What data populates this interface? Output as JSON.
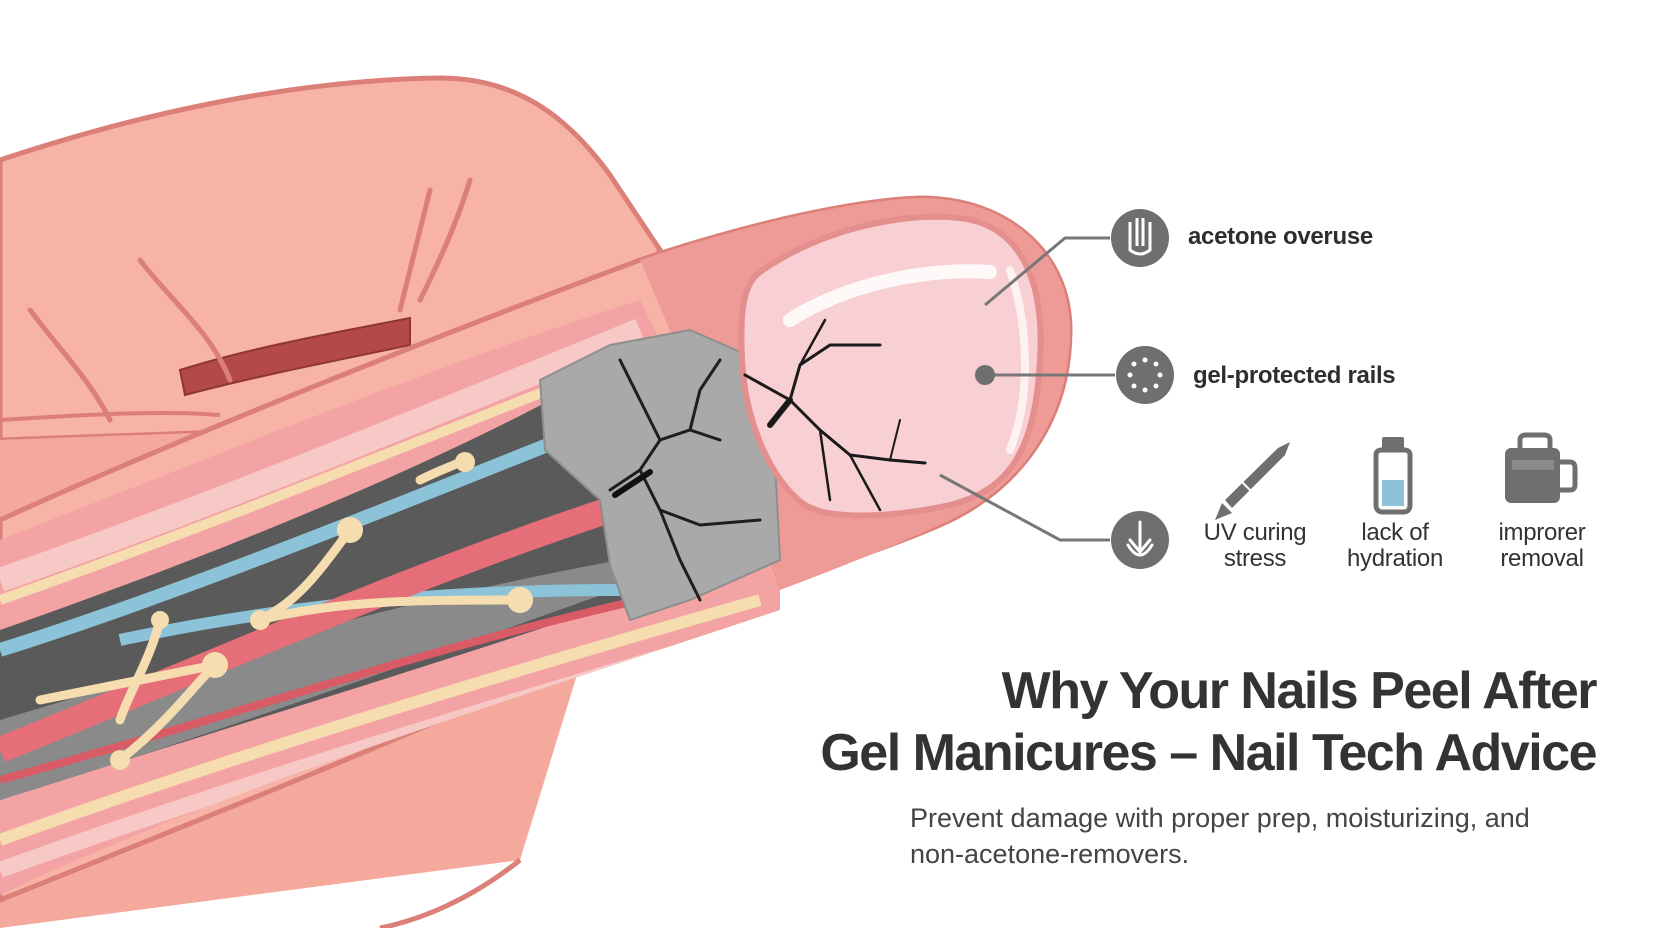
{
  "callouts": {
    "acetone": "acetone overuse",
    "rails": "gel-protected rails"
  },
  "icons": {
    "uv": [
      "UV curing",
      "stress"
    ],
    "hydration": [
      "lack of",
      "hydration"
    ],
    "removal": [
      "improrer",
      "removal"
    ]
  },
  "title": {
    "line1": "Why Your Nails Peel After",
    "line2": "Gel Manicures – Nail Tech Advice"
  },
  "subtitle": {
    "line1": "Prevent damage with proper prep, moisturizing, and",
    "line2": "non-acetone-removers."
  },
  "colors": {
    "skin": "#f6b3a6",
    "skin_outline": "#dc7f78",
    "nail": "#f8cfd3",
    "bone": "#a9a9a9",
    "vein": "#8cc3d9",
    "artery": "#e66e78",
    "nerve": "#f5ddb0",
    "icon_grey": "#6f6f6f"
  }
}
